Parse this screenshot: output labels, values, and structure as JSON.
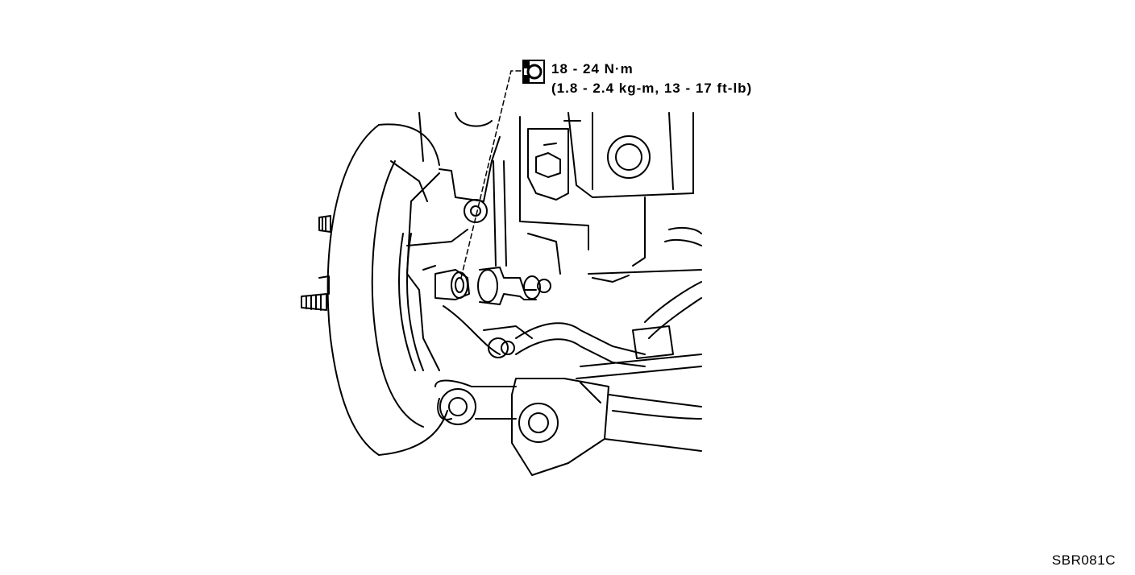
{
  "figure": {
    "torque_spec": "18 - 24 N·m",
    "torque_spec_alt": "(1.8 - 2.4 kg-m, 13 - 17 ft-lb)",
    "figure_code": "SBR081C",
    "torque_icon": "torque-wrench-icon",
    "line_color": "#000000",
    "background": "#ffffff"
  }
}
